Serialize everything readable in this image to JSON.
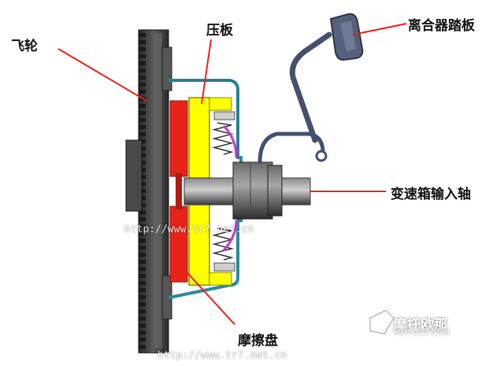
{
  "labels": {
    "flywheel": "飞轮",
    "pressure_plate": "压板",
    "clutch_pedal": "离合器踏板",
    "gearbox_input_shaft": "变速箱输入轴",
    "friction_disc": "摩擦盘"
  },
  "watermark": {
    "url_middle": "http://www.tr?.net.cn",
    "url_bottom": "http://www.tr?.net.cn",
    "brand_cn": "摩托欧那",
    "brand_en": "MOTOOY.COM"
  },
  "colors": {
    "flywheel": "#3a3a3a",
    "flywheel_teeth": "#1a1a1a",
    "cover": "#2a8a9a",
    "pressure_plate": "#ffff00",
    "friction_disc": "#e8231a",
    "shaft": "#555555",
    "pointer": "#e8231a",
    "pedal": "#44506e",
    "spring": "#cc33cc"
  }
}
